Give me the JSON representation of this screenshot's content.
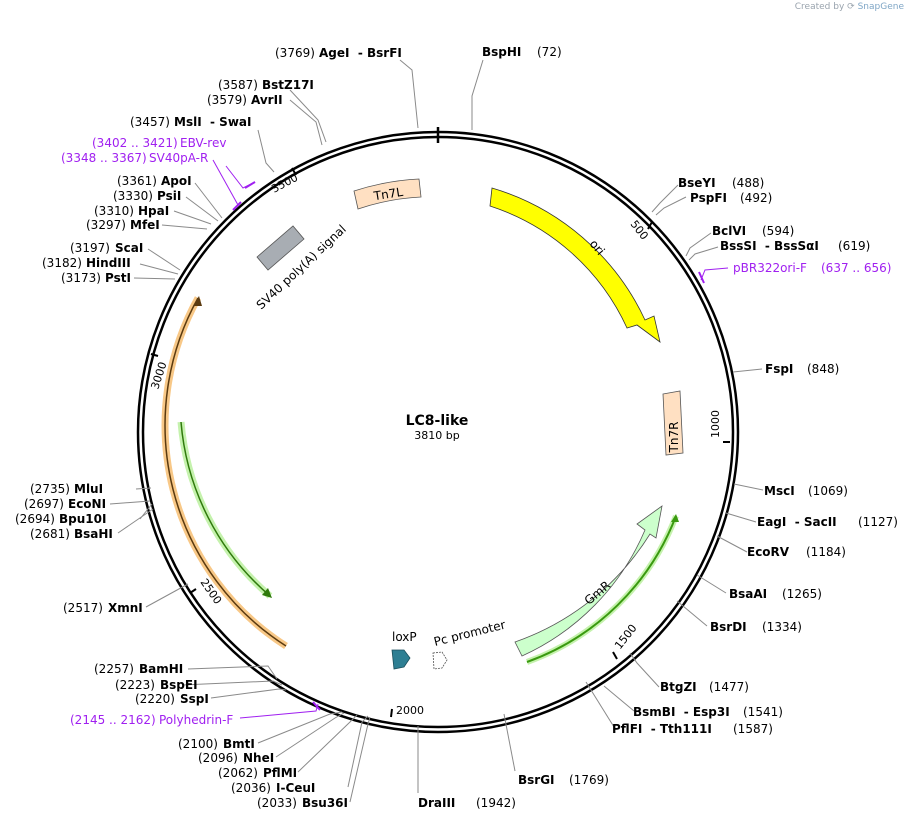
{
  "credit": {
    "text": "Created by",
    "brand": "SnapGene",
    "icon": "snapgene-logo-icon"
  },
  "plasmid": {
    "name": "LC8-like",
    "length_label": "3810 bp",
    "length": 3810
  },
  "ticks": [
    "500",
    "1000",
    "1500",
    "2000",
    "2500",
    "3000",
    "3500"
  ],
  "features": {
    "ori": "ori",
    "tn7l": "Tn7L",
    "tn7r": "Tn7R",
    "gmr": "GmR",
    "sv40": "SV40 poly(A) signal",
    "loxp": "loxP",
    "pc": "Pc promoter"
  },
  "enzymes": [
    {
      "pos": "(3769)",
      "name": "AgeI  - BsrFI"
    },
    {
      "name": "BspHI",
      "pos": "(72)"
    },
    {
      "pos": "(3587)",
      "name": "BstZ17I"
    },
    {
      "pos": "(3579)",
      "name": "AvrII"
    },
    {
      "pos": "(3457)",
      "name": "MslI  - SwaI"
    },
    {
      "pos": "(3361)",
      "name": "ApoI"
    },
    {
      "pos": "(3330)",
      "name": "PsiI"
    },
    {
      "pos": "(3310)",
      "name": "HpaI"
    },
    {
      "pos": "(3297)",
      "name": "MfeI"
    },
    {
      "pos": "(3197)",
      "name": "ScaI"
    },
    {
      "pos": "(3182)",
      "name": "HindIII"
    },
    {
      "pos": "(3173)",
      "name": "PstI"
    },
    {
      "name": "BseYI",
      "pos": "(488)"
    },
    {
      "name": "PspFI",
      "pos": "(492)"
    },
    {
      "name": "BclVI",
      "pos": "(594)"
    },
    {
      "name": "BssSI  - BssSαI",
      "pos": "(619)"
    },
    {
      "name": "FspI",
      "pos": "(848)"
    },
    {
      "name": "MscI",
      "pos": "(1069)"
    },
    {
      "name": "EagI  - SacII",
      "pos": "(1127)"
    },
    {
      "name": "EcoRV",
      "pos": "(1184)"
    },
    {
      "name": "BsaAI",
      "pos": "(1265)"
    },
    {
      "name": "BsrDI",
      "pos": "(1334)"
    },
    {
      "name": "BtgZI",
      "pos": "(1477)"
    },
    {
      "name": "BsmBI  - Esp3I",
      "pos": "(1541)"
    },
    {
      "name": "PflFI  - Tth111I",
      "pos": "(1587)"
    },
    {
      "name": "BsrGI",
      "pos": "(1769)"
    },
    {
      "name": "DraIII",
      "pos": "(1942)"
    },
    {
      "pos": "(2735)",
      "name": "MluI"
    },
    {
      "pos": "(2697)",
      "name": "EcoNI"
    },
    {
      "pos": "(2694)",
      "name": "Bpu10I"
    },
    {
      "pos": "(2681)",
      "name": "BsaHI"
    },
    {
      "pos": "(2517)",
      "name": "XmnI"
    },
    {
      "pos": "(2257)",
      "name": "BamHI"
    },
    {
      "pos": "(2223)",
      "name": "BspEI"
    },
    {
      "pos": "(2220)",
      "name": "SspI"
    },
    {
      "pos": "(2100)",
      "name": "BmtI"
    },
    {
      "pos": "(2096)",
      "name": "NheI"
    },
    {
      "pos": "(2062)",
      "name": "PflMI"
    },
    {
      "pos": "(2036)",
      "name": "I-CeuI"
    },
    {
      "pos": "(2033)",
      "name": "Bsu36I"
    }
  ],
  "primers": [
    {
      "range": "(3402 .. 3421)",
      "name": "EBV-rev"
    },
    {
      "range": "(3348 .. 3367)",
      "name": "SV40pA-R"
    },
    {
      "name": "pBR322ori-F",
      "range": "(637 .. 656)"
    },
    {
      "range": "(2145 .. 2162)",
      "name": "Polyhedrin-F"
    }
  ],
  "colors": {
    "ori": "#ffff00",
    "tn7": "#ffe0c2",
    "gmr": "#ccffcc",
    "sv40": "#a8adb3",
    "loxp": "#2e7f93",
    "primer": "#a020f0",
    "orf_orange": "#f4a341",
    "orf_green": "#3a9a10"
  }
}
